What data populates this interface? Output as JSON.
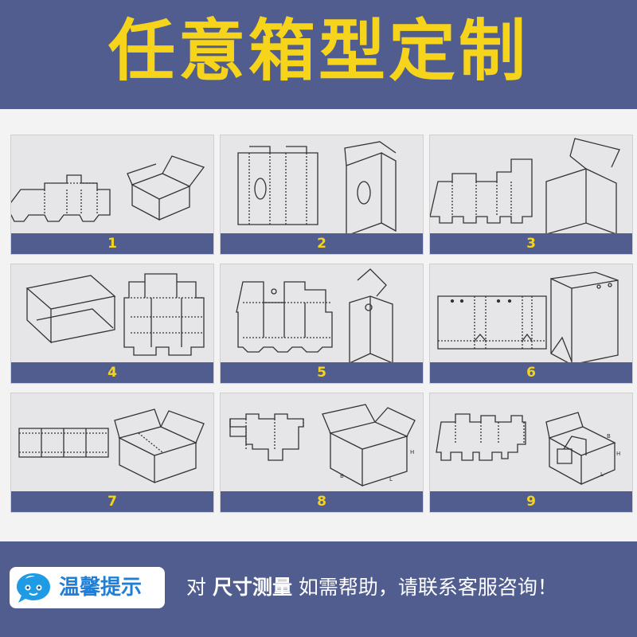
{
  "header": {
    "title": "任意箱型定制"
  },
  "box_types": [
    {
      "label": "1",
      "icon": "tuck-end-box-icon"
    },
    {
      "label": "2",
      "icon": "tissue-box-icon"
    },
    {
      "label": "3",
      "icon": "snap-lock-bottom-box-icon"
    },
    {
      "label": "4",
      "icon": "display-tray-box-icon"
    },
    {
      "label": "5",
      "icon": "hanging-tab-box-icon"
    },
    {
      "label": "6",
      "icon": "paper-bag-icon"
    },
    {
      "label": "7",
      "icon": "shipping-carton-icon"
    },
    {
      "label": "8",
      "icon": "rsc-carton-icon"
    },
    {
      "label": "9",
      "icon": "crash-lock-box-icon"
    }
  ],
  "footer": {
    "badge_label": "温馨提示",
    "badge_icon": "chat-bubble-icon",
    "tip_prefix": "对 ",
    "tip_bold": "尺寸测量",
    "tip_suffix": " 如需帮助，请联系客服咨询！"
  },
  "colors": {
    "header_bg": "#505d8e",
    "title_yellow": "#f6d41c",
    "card_bg": "#e6e6e8",
    "badge_blue": "#1f7fd6"
  }
}
